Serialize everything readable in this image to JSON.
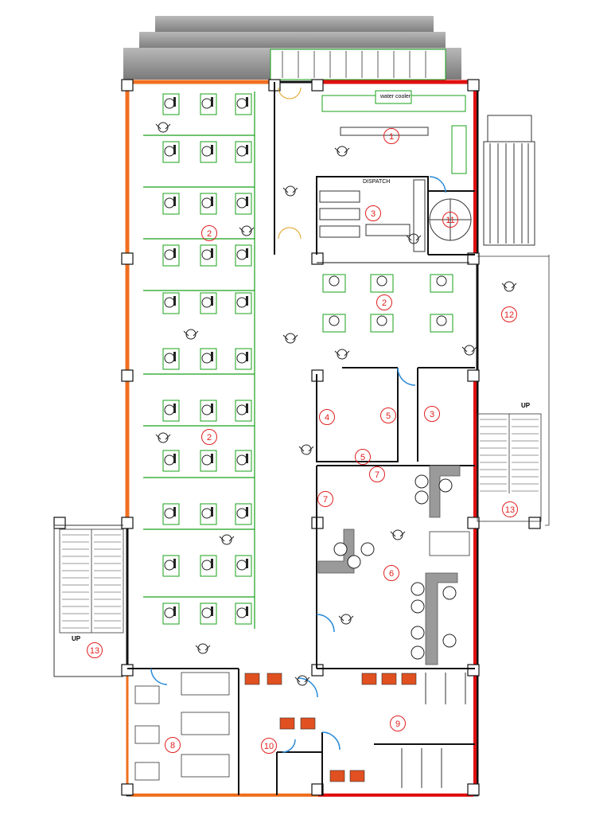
{
  "labels": {
    "water_cooler": "water cooler",
    "dispatch": "DISPATCH",
    "up": "UP"
  },
  "room_numbers": [
    {
      "id": "r1",
      "text": "1"
    },
    {
      "id": "r2a",
      "text": "2"
    },
    {
      "id": "r2b",
      "text": "2"
    },
    {
      "id": "r2c",
      "text": "2"
    },
    {
      "id": "r3a",
      "text": "3"
    },
    {
      "id": "r3b",
      "text": "3"
    },
    {
      "id": "r4",
      "text": "4"
    },
    {
      "id": "r5a",
      "text": "5"
    },
    {
      "id": "r5b",
      "text": "5"
    },
    {
      "id": "r6",
      "text": "6"
    },
    {
      "id": "r7a",
      "text": "7"
    },
    {
      "id": "r7b",
      "text": "7"
    },
    {
      "id": "r8",
      "text": "8"
    },
    {
      "id": "r9",
      "text": "9"
    },
    {
      "id": "r10",
      "text": "10"
    },
    {
      "id": "r11",
      "text": "11"
    },
    {
      "id": "r12",
      "text": "12"
    },
    {
      "id": "r13a",
      "text": "13"
    },
    {
      "id": "r13b",
      "text": "13"
    }
  ],
  "colors": {
    "wall": "#111111",
    "exterior_orange": "#f07020",
    "exterior_red": "#e01010",
    "desk_green": "#1aa01a",
    "label_red": "#e02020",
    "roof_grey": "#9a9a9a"
  }
}
